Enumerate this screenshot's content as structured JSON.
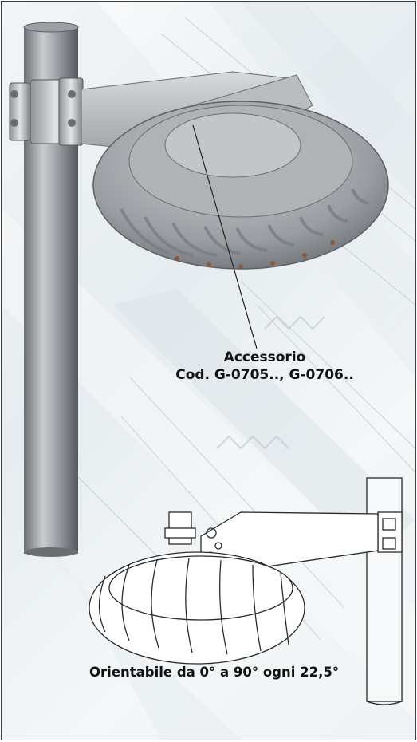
{
  "labels": {
    "accessory_title": "Accessorio",
    "accessory_codes": "Cod. G-0705.., G-0706..",
    "orientation_note": "Orientabile da 0° a 90° ogni 22,5°"
  },
  "colors": {
    "border": "#3a3a3a",
    "text": "#111111",
    "metal_light": "#d8dadc",
    "metal_dark": "#8a8e92",
    "background": "#eef2f4"
  },
  "icons": {
    "top_image": "pole-mounted-lamp-with-bracket",
    "bottom_image": "lamp-bracket-line-drawing"
  }
}
